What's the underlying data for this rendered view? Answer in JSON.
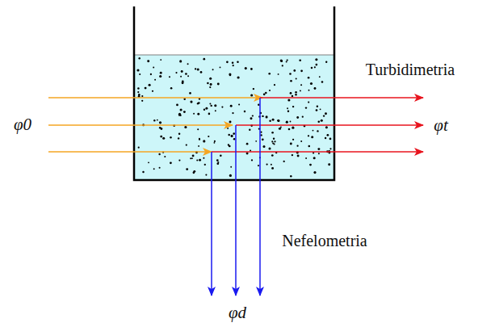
{
  "diagram": {
    "labels": [
      "Turbidimetria",
      "φ0",
      "φt",
      "Nefelometria",
      "φd"
    ]
  }
}
